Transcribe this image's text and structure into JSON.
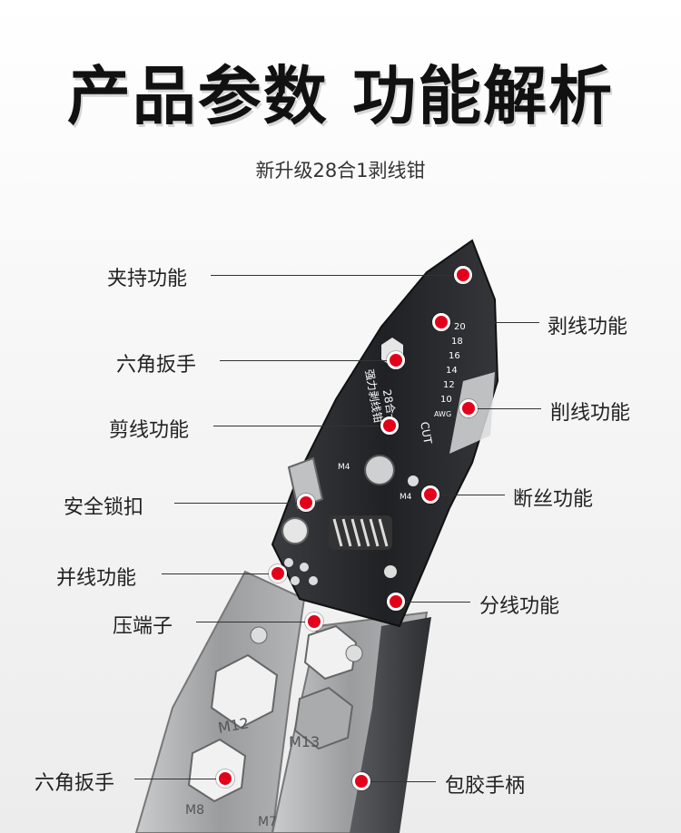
{
  "header": {
    "title": "产品参数 功能解析",
    "subtitle": "新升级28合1剥线钳"
  },
  "callouts": {
    "clamp": "夹持功能",
    "strip": "剥线功能",
    "hex_top": "六角扳手",
    "shave": "削线功能",
    "cut": "剪线功能",
    "break": "断丝功能",
    "lock": "安全锁扣",
    "twist": "并线功能",
    "split": "分线功能",
    "crimp": "压端子",
    "hex_bottom": "六角扳手",
    "grip": "包胶手柄"
  },
  "tool_marks": {
    "gauges": [
      "20",
      "18",
      "16",
      "14",
      "12",
      "10"
    ],
    "awg": "AWG",
    "cut": "CUT",
    "brand": "28合一",
    "brand2": "强力剥线钳",
    "m4a": "M4",
    "m4b": "M4",
    "m12": "M12",
    "m13": "M13",
    "m8": "M8",
    "m7": "M7"
  },
  "colors": {
    "dot": "#e3001b",
    "steel_dark": "#2b2d30",
    "handle_grey": "#9a9c9e"
  }
}
